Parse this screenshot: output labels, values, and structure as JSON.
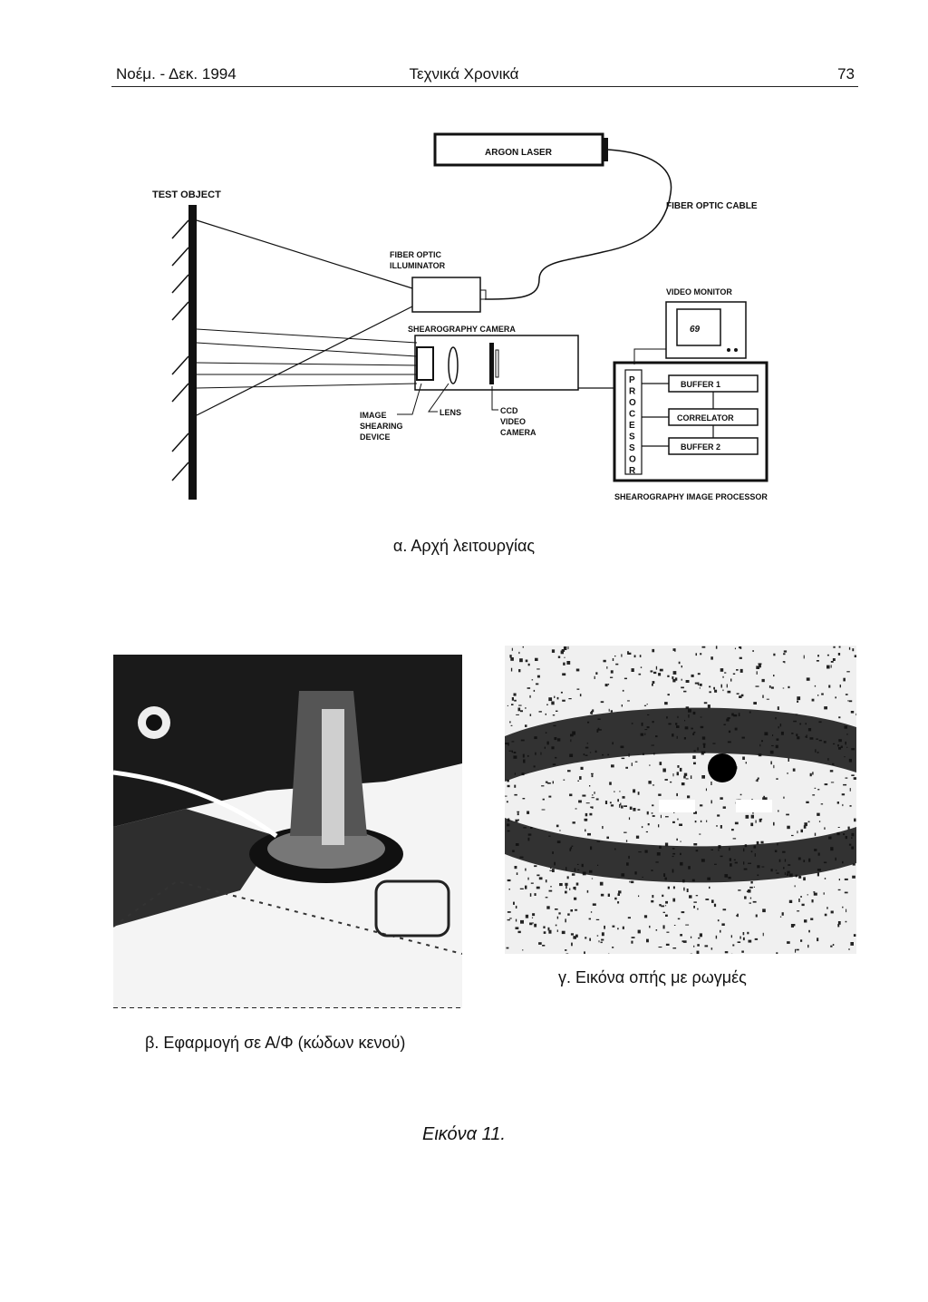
{
  "header": {
    "left": "Νοέμ. - Δεκ. 1994",
    "center": "Τεχνικά Χρονικά",
    "page_number": "73"
  },
  "diagram": {
    "labels": {
      "argon_laser": "ARGON LASER",
      "test_object": "TEST OBJECT",
      "fiber_optic_cable": "FIBER OPTIC CABLE",
      "fiber_optic_illuminator_1": "FIBER OPTIC",
      "fiber_optic_illuminator_2": "ILLUMINATOR",
      "video_monitor": "VIDEO MONITOR",
      "monitor_readout": "69",
      "shearography_camera": "SHEAROGRAPHY CAMERA",
      "image_shearing_device_1": "IMAGE",
      "image_shearing_device_2": "SHEARING",
      "image_shearing_device_3": "DEVICE",
      "lens": "LENS",
      "ccd_video_camera_1": "CCD",
      "ccd_video_camera_2": "VIDEO",
      "ccd_video_camera_3": "CAMERA",
      "processor_letters": [
        "P",
        "R",
        "O",
        "C",
        "E",
        "S",
        "S",
        "O",
        "R"
      ],
      "buffer_1": "BUFFER 1",
      "correlator": "CORRELATOR",
      "buffer_2": "BUFFER 2",
      "shearography_image_processor": "SHEAROGRAPHY IMAGE PROCESSOR"
    }
  },
  "captions": {
    "a": "α. Αρχή λειτουργίας",
    "b": "β. Εφαρμογή σε Α/Φ (κώδων κενού)",
    "c": "γ. Εικόνα οπής με ρωγμές"
  },
  "figure_label": "Εικόνα 11."
}
